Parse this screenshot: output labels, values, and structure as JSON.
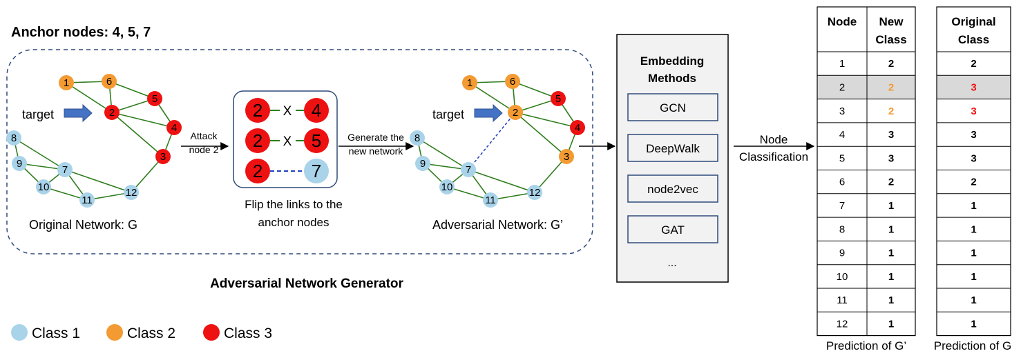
{
  "heading": "Anchor nodes: 4, 5, 7",
  "generator_label": "Adversarial Network Generator",
  "target_label": "target",
  "original_network_label": "Original Network: G",
  "adversarial_network_label": "Adversarial Network: G’",
  "attack_label_line1": "Attack",
  "attack_label_line2": "node 2",
  "generate_label_line1": "Generate the",
  "generate_label_line2": "new network",
  "flip_caption_line1": "Flip the links to the",
  "flip_caption_line2": "anchor nodes",
  "flip_box": {
    "cross_symbol": "X",
    "rows": [
      {
        "left": "2",
        "right": "4"
      },
      {
        "left": "2",
        "right": "5"
      },
      {
        "left": "2",
        "right": "7"
      }
    ]
  },
  "embedding": {
    "title_line1": "Embedding",
    "title_line2": "Methods",
    "methods": [
      "GCN",
      "DeepWalk",
      "node2vec",
      "GAT"
    ],
    "more": "..."
  },
  "node_classification_line1": "Node",
  "node_classification_line2": "Classification",
  "original_nodes": [
    {
      "id": "1",
      "cls": 2
    },
    {
      "id": "6",
      "cls": 2
    },
    {
      "id": "2",
      "cls": 3
    },
    {
      "id": "5",
      "cls": 3
    },
    {
      "id": "4",
      "cls": 3
    },
    {
      "id": "3",
      "cls": 3
    },
    {
      "id": "8",
      "cls": 1
    },
    {
      "id": "9",
      "cls": 1
    },
    {
      "id": "7",
      "cls": 1
    },
    {
      "id": "10",
      "cls": 1
    },
    {
      "id": "11",
      "cls": 1
    },
    {
      "id": "12",
      "cls": 1
    }
  ],
  "adversarial_nodes": [
    {
      "id": "1",
      "cls": 2
    },
    {
      "id": "6",
      "cls": 2
    },
    {
      "id": "2",
      "cls": 2
    },
    {
      "id": "5",
      "cls": 3
    },
    {
      "id": "4",
      "cls": 3
    },
    {
      "id": "3",
      "cls": 2
    },
    {
      "id": "8",
      "cls": 1
    },
    {
      "id": "9",
      "cls": 1
    },
    {
      "id": "7",
      "cls": 1
    },
    {
      "id": "10",
      "cls": 1
    },
    {
      "id": "11",
      "cls": 1
    },
    {
      "id": "12",
      "cls": 1
    }
  ],
  "table_new": {
    "header_node": "Node",
    "header_class_line1": "New",
    "header_class_line2": "Class",
    "rows": [
      {
        "node": "1",
        "cls": "2"
      },
      {
        "node": "2",
        "cls": "2"
      },
      {
        "node": "3",
        "cls": "2"
      },
      {
        "node": "4",
        "cls": "3"
      },
      {
        "node": "5",
        "cls": "3"
      },
      {
        "node": "6",
        "cls": "2"
      },
      {
        "node": "7",
        "cls": "1"
      },
      {
        "node": "8",
        "cls": "1"
      },
      {
        "node": "9",
        "cls": "1"
      },
      {
        "node": "10",
        "cls": "1"
      },
      {
        "node": "11",
        "cls": "1"
      },
      {
        "node": "12",
        "cls": "1"
      }
    ],
    "caption": "Prediction of G’"
  },
  "table_original": {
    "header_line1": "Original",
    "header_line2": "Class",
    "rows": [
      "2",
      "3",
      "3",
      "3",
      "3",
      "2",
      "1",
      "1",
      "1",
      "1",
      "1",
      "1"
    ],
    "caption": "Prediction of G"
  },
  "legend": [
    {
      "label": "Class 1",
      "color": "#a9d3e9"
    },
    {
      "label": "Class 2",
      "color": "#f39a32"
    },
    {
      "label": "Class 3",
      "color": "#ee1111"
    }
  ],
  "colors": {
    "class1": "#a9d3e9",
    "class2": "#f39a32",
    "class3": "#ee1111",
    "edge": "#2e7d1c",
    "added_edge": "#1f3ec2",
    "arrow_fill": "#4472c4",
    "highlight_row": "#d9d9d9",
    "changed_text": "#f39a32",
    "original_highlight_text": "#ee1111",
    "dashed_border": "#2e4a7a",
    "panel_fill": "#f2f2f2"
  }
}
